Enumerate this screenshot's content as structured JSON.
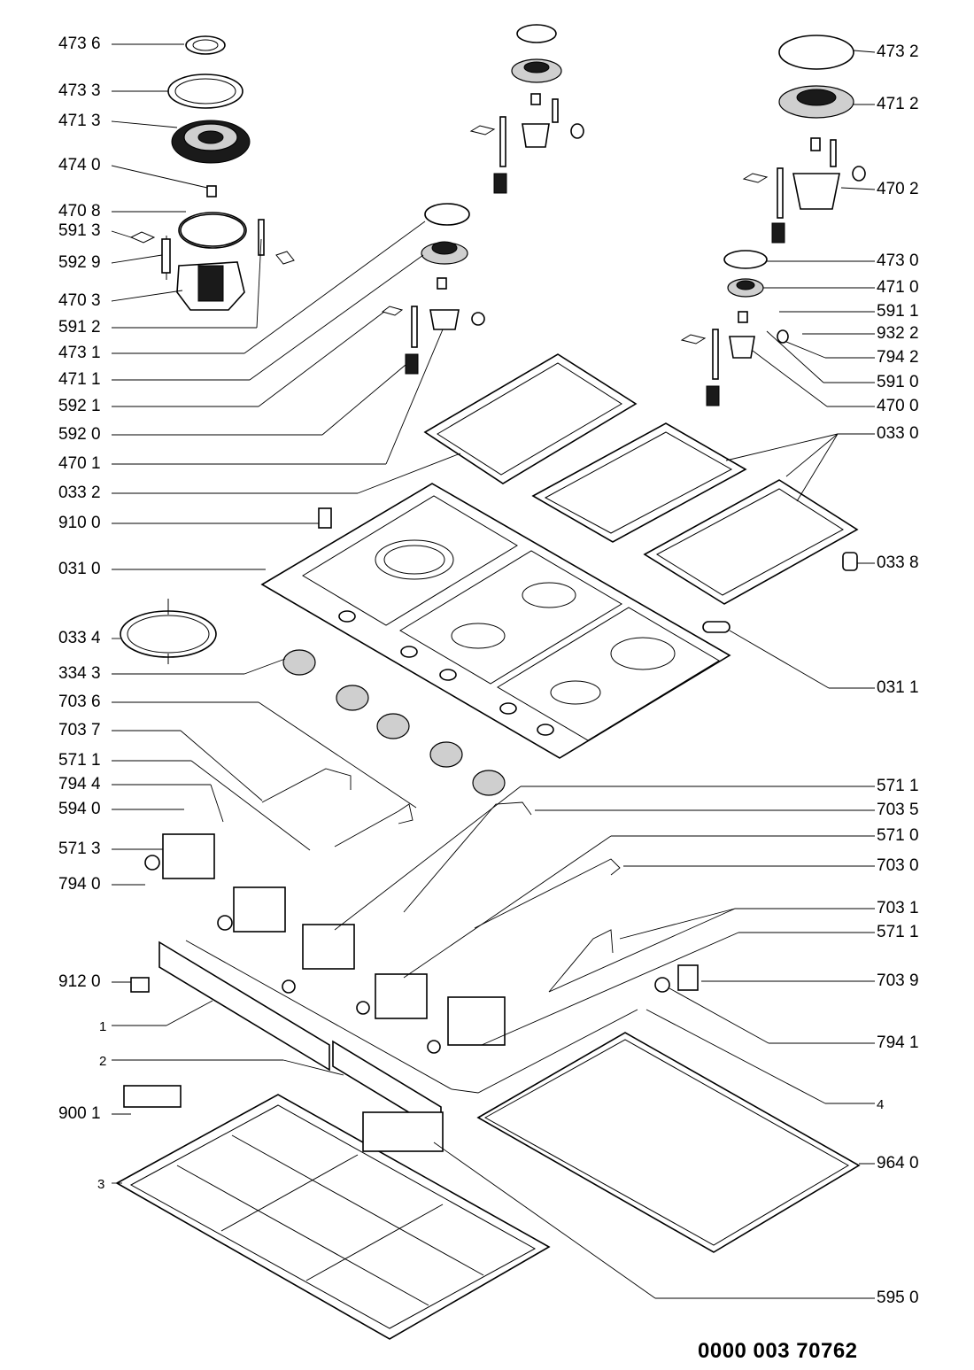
{
  "drawing_number": "0000 003 70762",
  "labels_left": [
    "473 6",
    "473 3",
    "471 3",
    "474 0",
    "470 8",
    "591 3",
    "592 9",
    "470 3",
    "591 2",
    "473 1",
    "471 1",
    "592 1",
    "592 0",
    "470 1",
    "033 2",
    "910 0",
    "031 0",
    "033 4",
    "334 3",
    "703 6",
    "703 7",
    "571 1",
    "794 4",
    "594 0",
    "571 3",
    "794 0",
    "912 0",
    "1",
    "2",
    "900 1",
    "3"
  ],
  "labels_right": [
    "473 2",
    "471 2",
    "470 2",
    "473 0",
    "471 0",
    "591 1",
    "932 2",
    "794 2",
    "591 0",
    "470 0",
    "033 0",
    "033 8",
    "031 1",
    "571 1",
    "703 5",
    "571 0",
    "703 0",
    "703 1",
    "571 1",
    "703 9",
    "794 1",
    "4",
    "964 0",
    "595 0"
  ]
}
